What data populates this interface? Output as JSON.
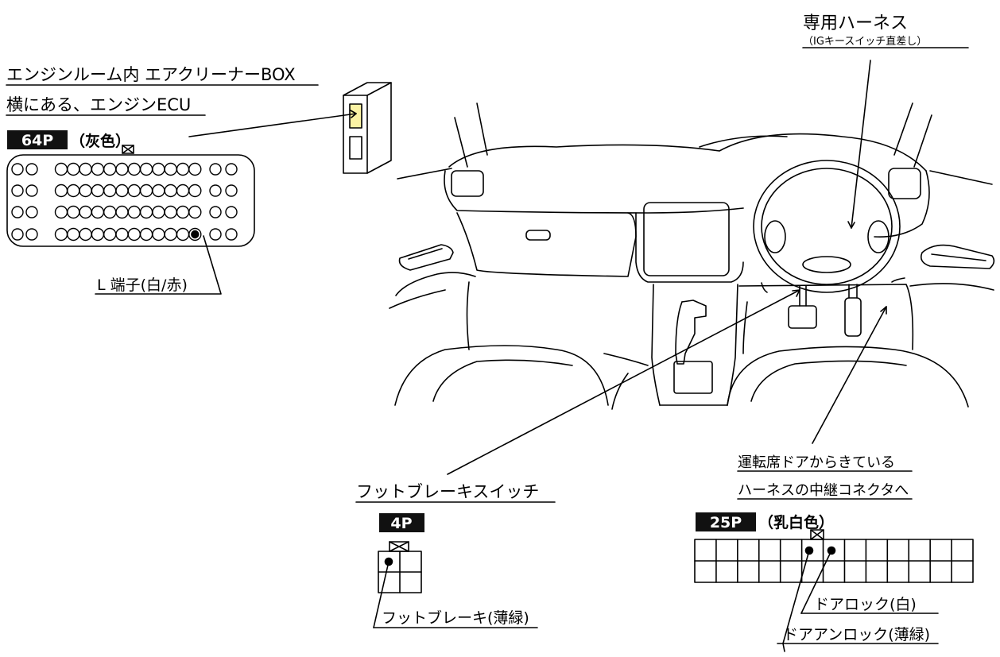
{
  "harness": {
    "title": "専用ハーネス",
    "subtitle": "（IGキースイッチ直差し）"
  },
  "ecu": {
    "location_line1": "エンジンルーム内 エアクリーナーBOX",
    "location_line2": "横にある、エンジンECU",
    "pin_badge": "64P",
    "color_label": "（灰色）",
    "terminal_label": "L 端子(白/赤)",
    "box_highlight_color": "#fbf3a4"
  },
  "foot_brake": {
    "title": "フットブレーキスイッチ",
    "pin_badge": "4P",
    "wire_label": "フットブレーキ(薄緑)"
  },
  "door": {
    "line1": "運転席ドアからきている",
    "line2": "ハーネスの中継コネクタへ",
    "pin_badge": "25P",
    "color_label": "（乳白色）",
    "lock_label": "ドアロック(白)",
    "unlock_label": "ドアアンロック(薄緑)"
  }
}
